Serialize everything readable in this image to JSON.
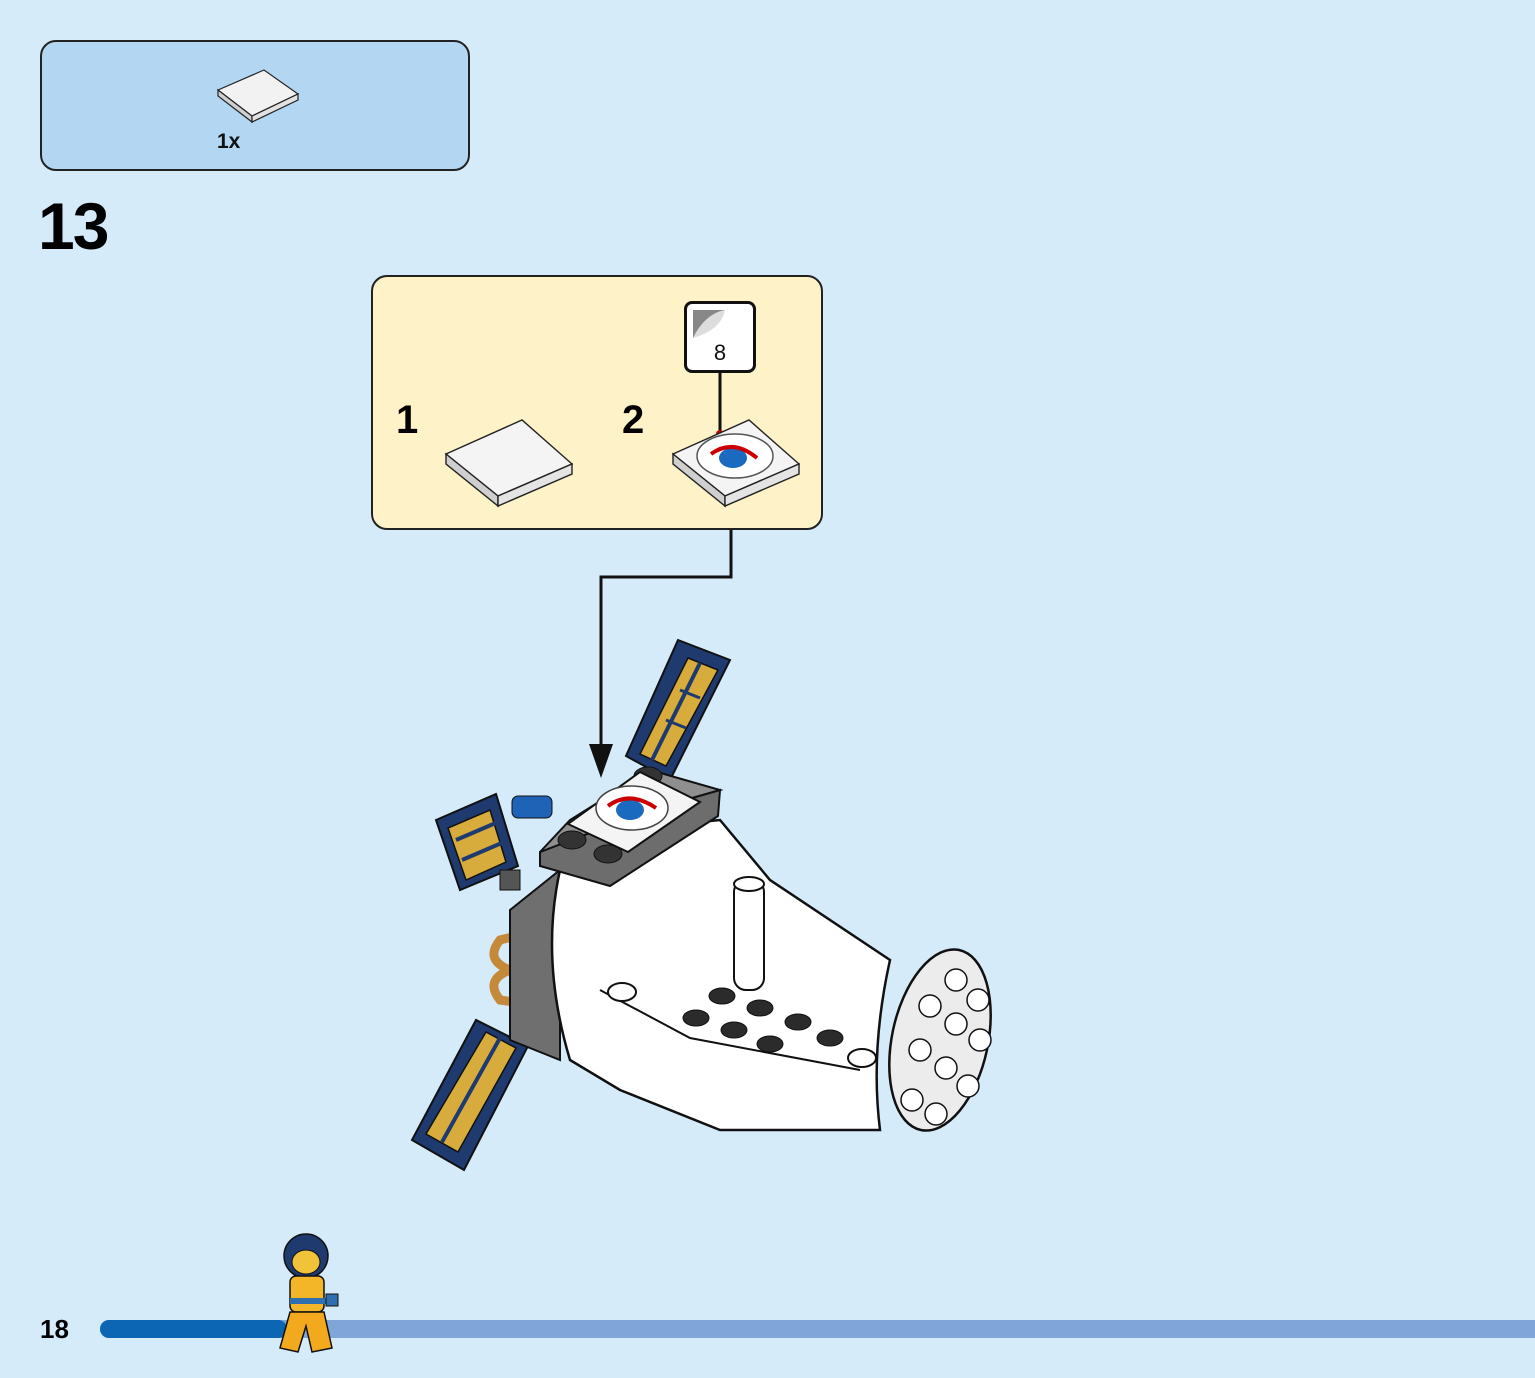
{
  "parts_callout": {
    "quantity": "1x",
    "part": "white-tile-2x2"
  },
  "step": {
    "number": "13"
  },
  "subassembly": {
    "steps": [
      {
        "number": "1",
        "part": "white-tile-2x2"
      },
      {
        "number": "2",
        "part": "white-tile-2x2-with-sticker"
      }
    ],
    "sticker": {
      "number": "8"
    }
  },
  "footer": {
    "page_number": "18",
    "progress": 0.13
  },
  "colors": {
    "background": "#d6ebfa",
    "parts_box": "#b3d6f2",
    "sub_box": "#fdf2c8",
    "progress_fill": "#0c66b4",
    "progress_track": "#7fa5d9"
  },
  "icons": [
    "tile-icon",
    "sticker-tile-icon",
    "sticker-sheet-icon",
    "spacecraft-model",
    "astronaut-minifigure-icon",
    "arrow-down-icon"
  ]
}
